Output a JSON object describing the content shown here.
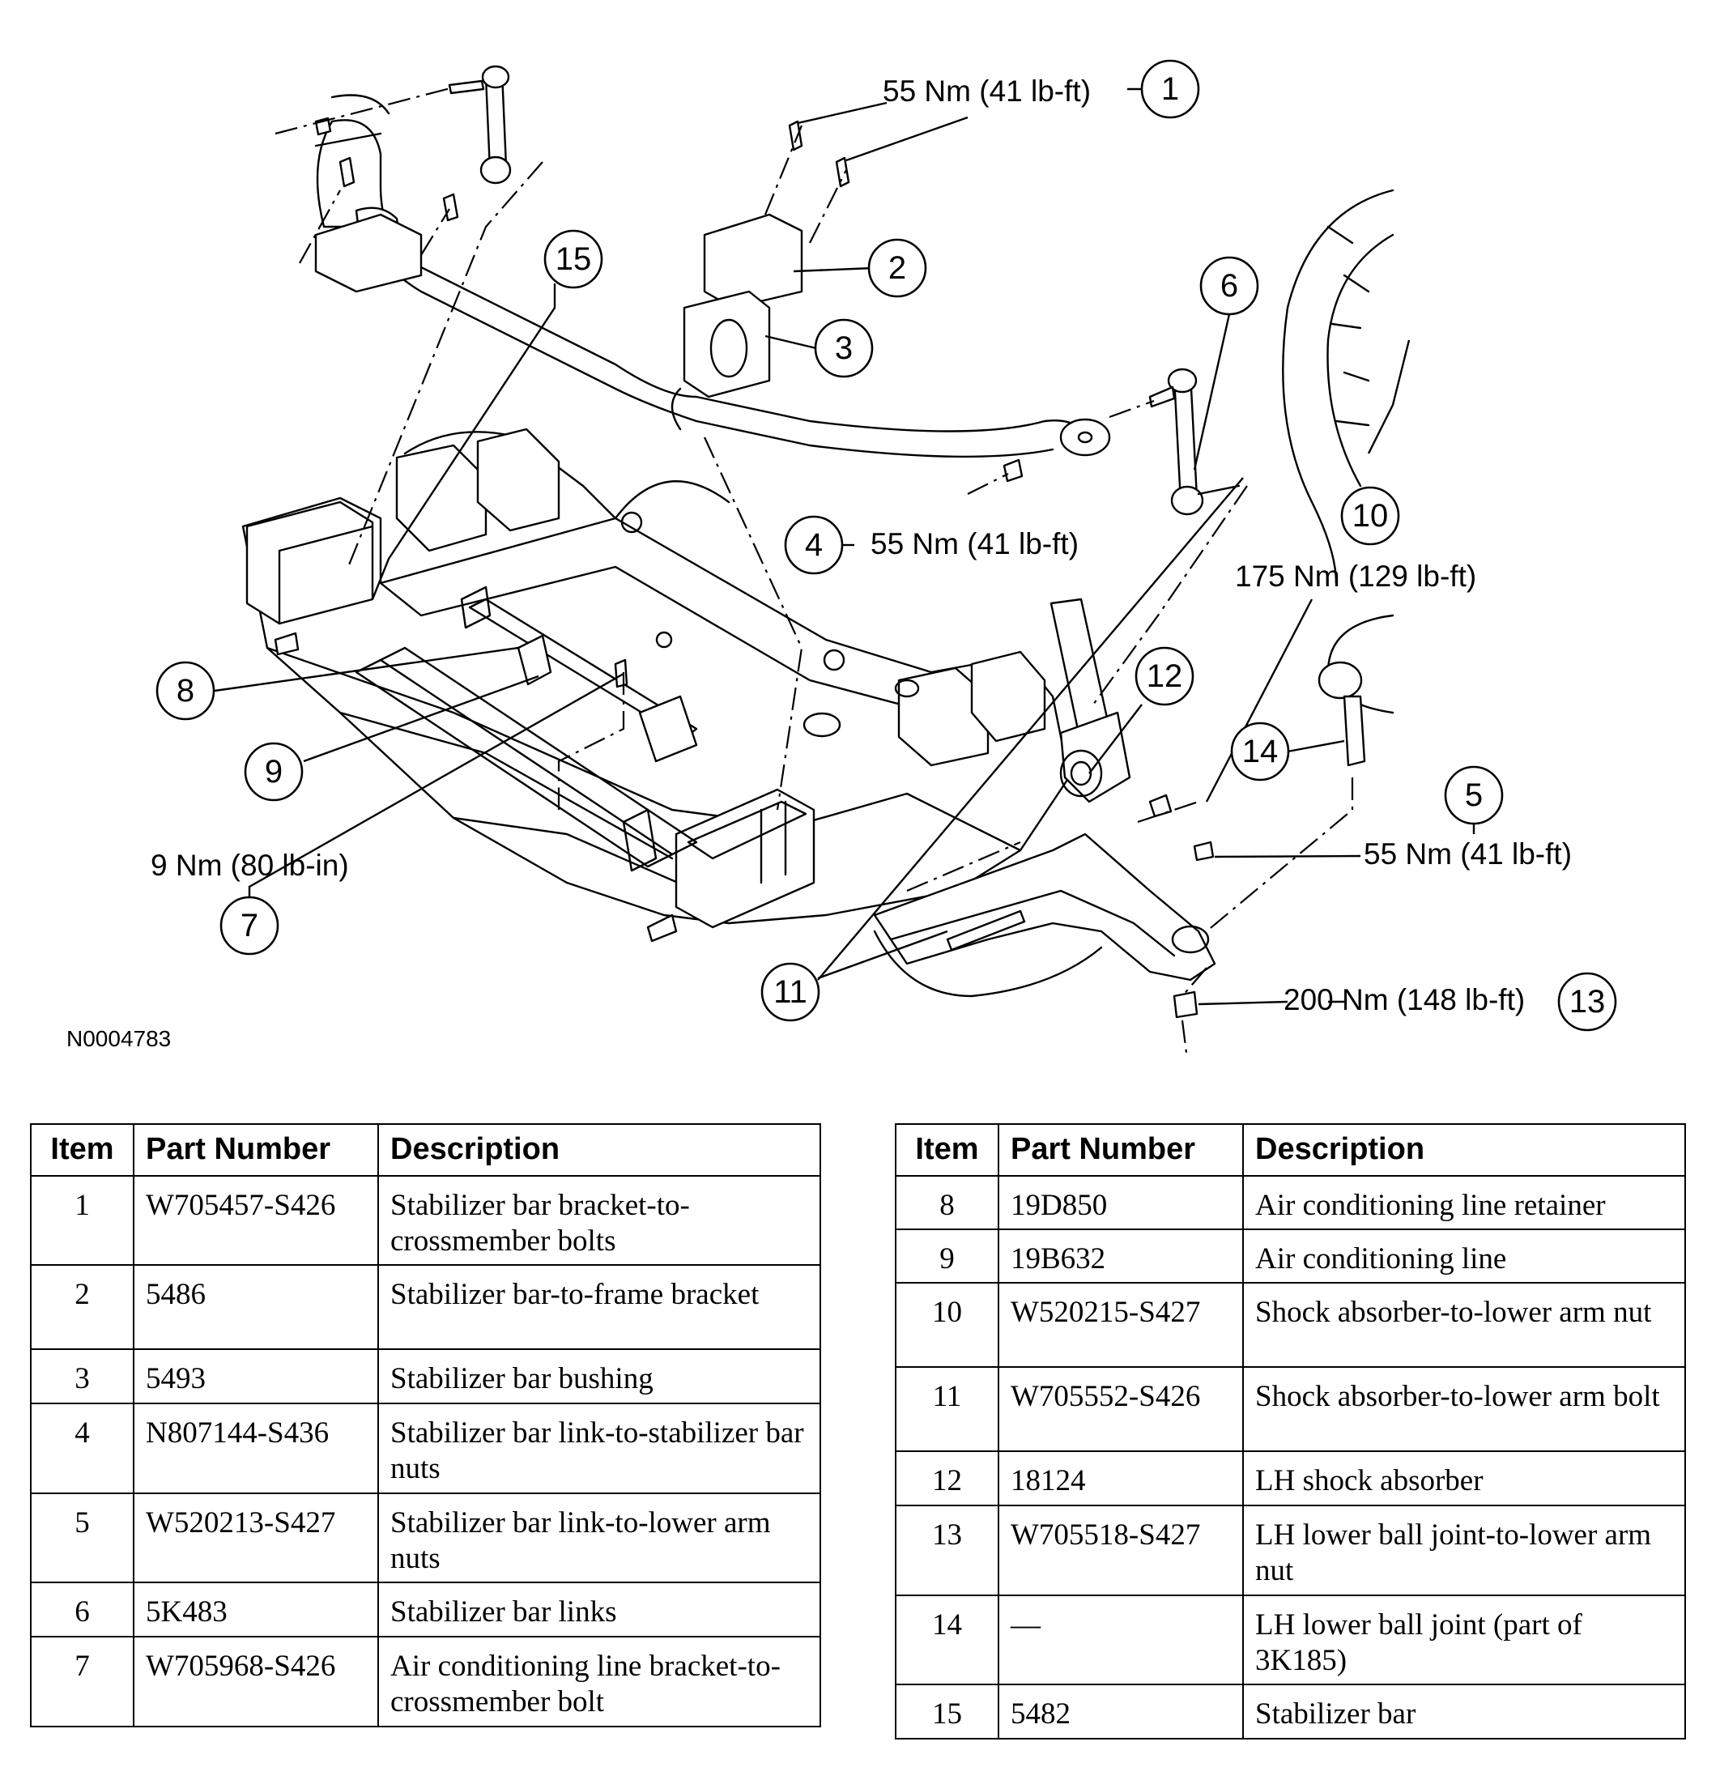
{
  "figure_id": "N0004783",
  "callouts": [
    {
      "num": "1",
      "torque": "55 Nm (41 lb-ft)"
    },
    {
      "num": "2"
    },
    {
      "num": "3"
    },
    {
      "num": "4",
      "torque": "55 Nm (41 lb-ft)"
    },
    {
      "num": "5",
      "torque": "55 Nm (41 lb-ft)"
    },
    {
      "num": "6"
    },
    {
      "num": "7",
      "torque": "9 Nm (80 lb-in)"
    },
    {
      "num": "8"
    },
    {
      "num": "9"
    },
    {
      "num": "10",
      "torque": "175 Nm (129 lb-ft)"
    },
    {
      "num": "11"
    },
    {
      "num": "12"
    },
    {
      "num": "13",
      "torque": "200 Nm (148 lb-ft)"
    },
    {
      "num": "14"
    },
    {
      "num": "15"
    }
  ],
  "table_headers": {
    "item": "Item",
    "part_number": "Part Number",
    "description": "Description"
  },
  "table_left": [
    {
      "item": "1",
      "part_number": "W705457-S426",
      "description": "Stabilizer bar bracket-to-crossmember bolts"
    },
    {
      "item": "2",
      "part_number": "5486",
      "description": "Stabilizer bar-to-frame bracket"
    },
    {
      "item": "3",
      "part_number": "5493",
      "description": "Stabilizer bar bushing"
    },
    {
      "item": "4",
      "part_number": "N807144-S436",
      "description": "Stabilizer bar link-to-stabilizer bar nuts"
    },
    {
      "item": "5",
      "part_number": "W520213-S427",
      "description": "Stabilizer bar link-to-lower arm nuts"
    },
    {
      "item": "6",
      "part_number": "5K483",
      "description": "Stabilizer bar links"
    },
    {
      "item": "7",
      "part_number": "W705968-S426",
      "description": "Air conditioning line bracket-to-crossmember bolt"
    }
  ],
  "table_right": [
    {
      "item": "8",
      "part_number": "19D850",
      "description": "Air conditioning line retainer"
    },
    {
      "item": "9",
      "part_number": "19B632",
      "description": "Air conditioning line"
    },
    {
      "item": "10",
      "part_number": "W520215-S427",
      "description": "Shock absorber-to-lower arm nut"
    },
    {
      "item": "11",
      "part_number": "W705552-S426",
      "description": "Shock absorber-to-lower arm bolt"
    },
    {
      "item": "12",
      "part_number": "18124",
      "description": "LH shock absorber"
    },
    {
      "item": "13",
      "part_number": "W705518-S427",
      "description": "LH lower ball joint-to-lower arm nut"
    },
    {
      "item": "14",
      "part_number": "—",
      "description": "LH lower ball joint (part of 3K185)"
    },
    {
      "item": "15",
      "part_number": "5482",
      "description": "Stabilizer bar"
    }
  ]
}
